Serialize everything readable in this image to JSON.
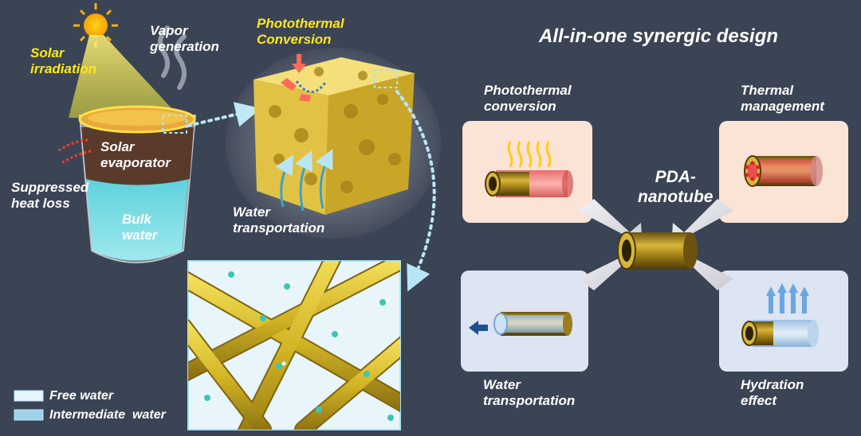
{
  "labels": {
    "solar_irradiation": "Solar\nirradiation",
    "vapor_generation": "Vapor\ngeneration",
    "solar_evaporator": "Solar\nevaporator",
    "suppressed_heat_loss": "Suppressed\nheat loss",
    "bulk_water": "Bulk\nwater",
    "photothermal_conversion_top": "Photothermal\nConversion",
    "water_transportation_left": "Water\ntransportation",
    "title": "All-in-one synergic design",
    "photothermal_conversion": "Photothermal\nconversion",
    "thermal_management": "Thermal\nmanagement",
    "pda_nanotube": "PDA-\nnanotube",
    "water_transportation_right": "Water\ntransportation",
    "hydration_effect": "Hydration\neffect"
  },
  "legend": {
    "free_water": "Free water",
    "intermediate_water": "Intermediate  water"
  },
  "colors": {
    "background": "#3b4455",
    "highlight_text": "#ffe81a",
    "gold": "#b8961c",
    "panel_warm": "#fbe3d6",
    "panel_cool": "#dde4f2",
    "free_water": "#e8f6fb",
    "intermediate_water": "#9fd3ea"
  }
}
